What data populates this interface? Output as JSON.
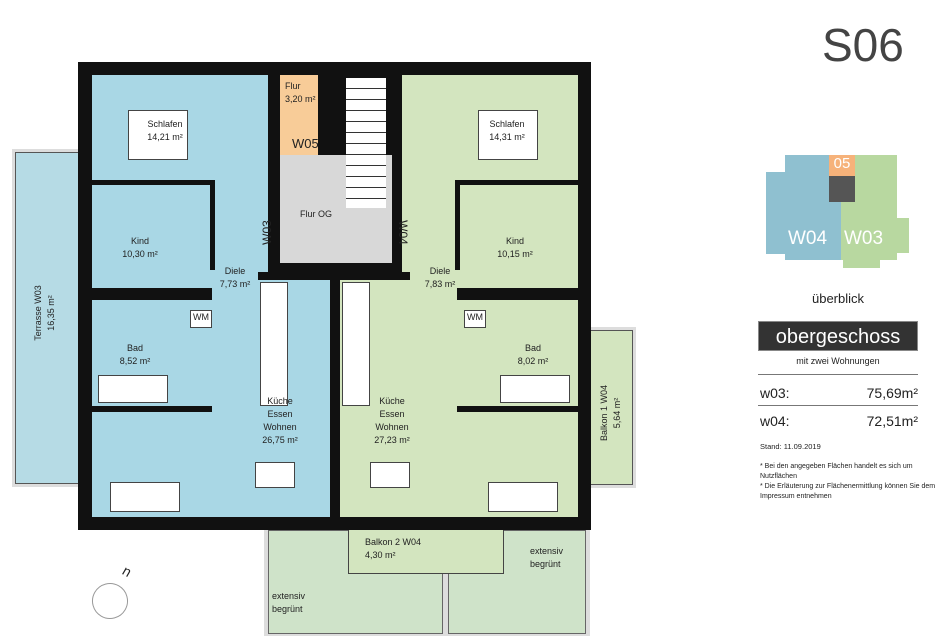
{
  "sheet": {
    "code": "S06",
    "overview_label": "überblick",
    "floor": "obergeschoss",
    "subtitle": "mit zwei Wohnungen",
    "units": [
      {
        "name": "w03:",
        "area": "75,69m²"
      },
      {
        "name": "w04:",
        "area": "72,51m²"
      }
    ],
    "date": "Stand: 11.09.2019",
    "notes": [
      "* Bei den angegeben Flächen handelt es sich um Nutzflächen",
      "* Die Erläuterung zur Flächenermittlung können Sie dem Impressum entnehmen"
    ]
  },
  "keyplan": {
    "labels": {
      "w04": "W04",
      "w03": "W03",
      "w05": "05"
    },
    "colors": {
      "w04": "#8fc0d0",
      "w03": "#b8d8a0",
      "w05": "#f6b27a",
      "core": "#555555"
    }
  },
  "rooms": {
    "left": {
      "schlafen": {
        "name": "Schlafen",
        "area": "14,21 m²"
      },
      "kind": {
        "name": "Kind",
        "area": "10,30 m²"
      },
      "diele": {
        "name": "Diele",
        "area": "7,73 m²"
      },
      "bad": {
        "name": "Bad",
        "area": "8,52 m²"
      },
      "kueche": {
        "name": "Küche\nEssen\nWohnen",
        "area": "26,75 m²"
      },
      "wm": "WM",
      "door": "W03"
    },
    "right": {
      "schlafen": {
        "name": "Schlafen",
        "area": "14,31 m²"
      },
      "kind": {
        "name": "Kind",
        "area": "10,15 m²"
      },
      "diele": {
        "name": "Diele",
        "area": "7,83 m²"
      },
      "bad": {
        "name": "Bad",
        "area": "8,02 m²"
      },
      "kueche": {
        "name": "Küche\nEssen\nWohnen",
        "area": "27,23 m²"
      },
      "wm": "WM",
      "door": "W04"
    },
    "flur": {
      "name": "Flur",
      "area": "3,20 m²",
      "door": "W05"
    },
    "flur_og": {
      "name": "Flur OG"
    },
    "terrasse": {
      "name": "Terrasse W03",
      "area": "16,35 m²"
    },
    "balkon1": {
      "name": "Balkon 1 W04",
      "area": "5,64 m²"
    },
    "balkon2": {
      "name": "Balkon 2 W04",
      "area": "4,30 m²"
    },
    "green_roof": "extensiv\nbegrünt",
    "compass": "n"
  },
  "colors": {
    "w03": "#a9d7e5",
    "w04": "#d3e5bf",
    "flur": "#f8cc98",
    "core": "#d8d8d8"
  }
}
